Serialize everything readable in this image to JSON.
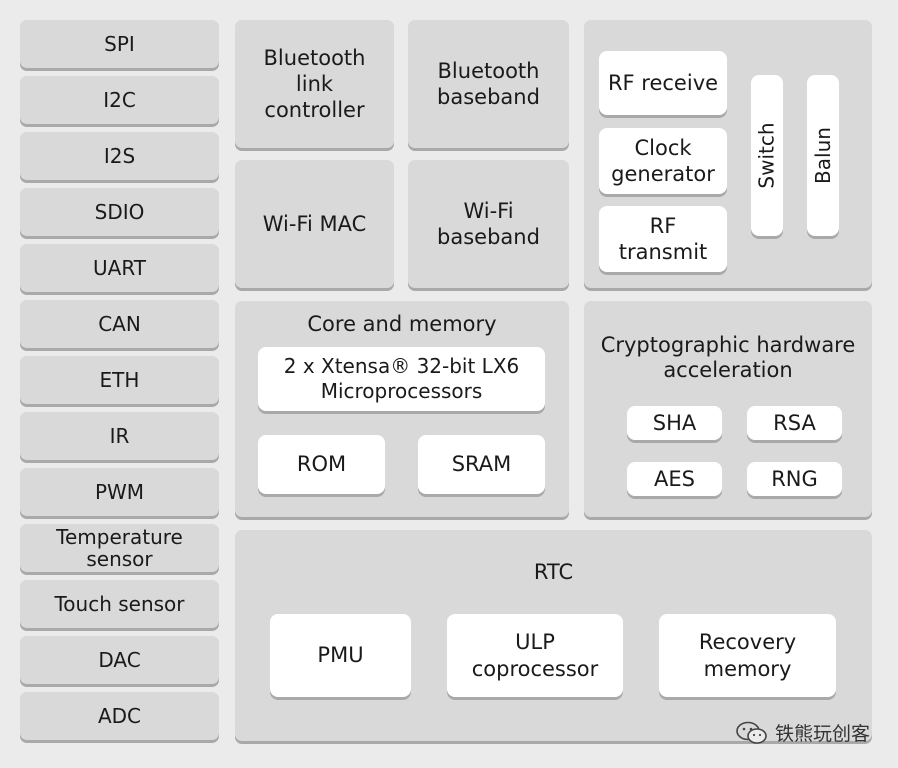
{
  "peripherals": [
    "SPI",
    "I2C",
    "I2S",
    "SDIO",
    "UART",
    "CAN",
    "ETH",
    "IR",
    "PWM",
    "Temperature sensor",
    "Touch sensor",
    "DAC",
    "ADC"
  ],
  "bluetooth": {
    "link_controller": "Bluetooth link controller",
    "baseband": "Bluetooth baseband"
  },
  "wifi": {
    "mac": "Wi-Fi MAC",
    "baseband": "Wi-Fi baseband"
  },
  "rf": {
    "receive": "RF receive",
    "clock_generator": "Clock generator",
    "transmit": "RF transmit",
    "switch": "Switch",
    "balun": "Balun"
  },
  "core": {
    "title": "Core and memory",
    "cpu": "2 x Xtensa® 32-bit LX6 Microprocessors",
    "rom": "ROM",
    "sram": "SRAM"
  },
  "crypto": {
    "title": "Cryptographic hardware acceleration",
    "sha": "SHA",
    "rsa": "RSA",
    "aes": "AES",
    "rng": "RNG"
  },
  "rtc": {
    "title": "RTC",
    "pmu": "PMU",
    "ulp": "ULP coprocessor",
    "recovery": "Recovery memory"
  },
  "watermark": "铁熊玩创客"
}
